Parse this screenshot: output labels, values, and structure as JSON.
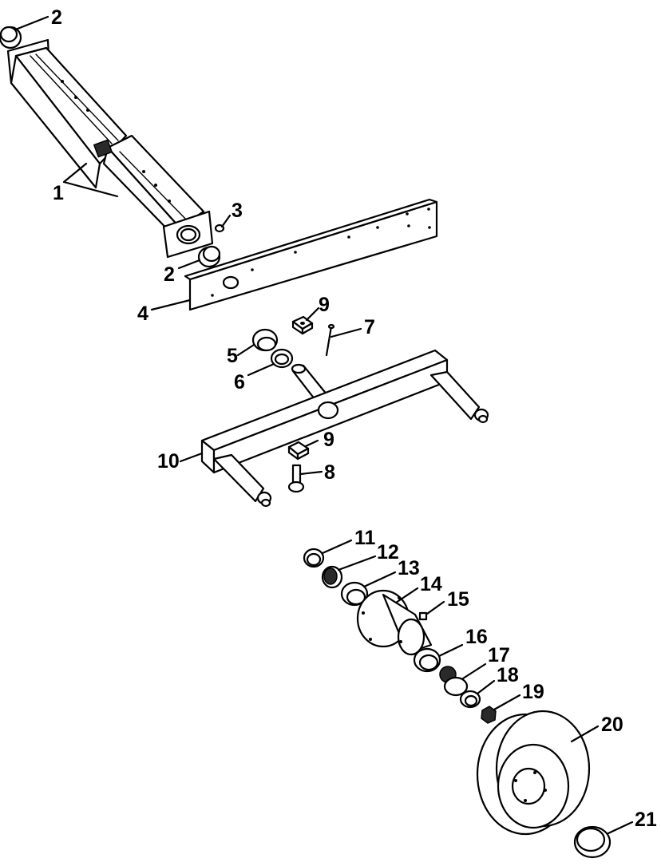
{
  "callouts": [
    {
      "label": "2"
    },
    {
      "label": "1"
    },
    {
      "label": "3"
    },
    {
      "label": "2"
    },
    {
      "label": "4"
    },
    {
      "label": "9"
    },
    {
      "label": "7"
    },
    {
      "label": "5"
    },
    {
      "label": "6"
    },
    {
      "label": "10"
    },
    {
      "label": "9"
    },
    {
      "label": "8"
    },
    {
      "label": "11"
    },
    {
      "label": "12"
    },
    {
      "label": "13"
    },
    {
      "label": "14"
    },
    {
      "label": "15"
    },
    {
      "label": "16"
    },
    {
      "label": "17"
    },
    {
      "label": "18"
    },
    {
      "label": "19"
    },
    {
      "label": "20"
    },
    {
      "label": "21"
    }
  ]
}
